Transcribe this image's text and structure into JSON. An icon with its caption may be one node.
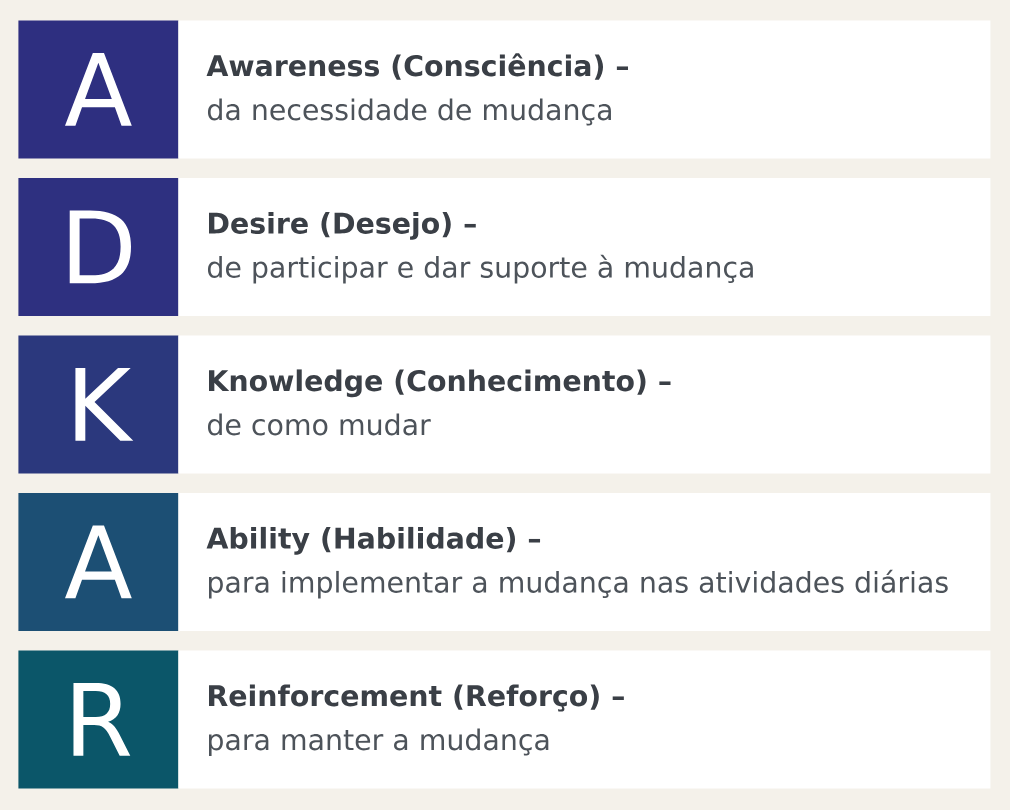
{
  "diagram": {
    "nodes": [
      {
        "text": [
          "A"
        ]
      },
      {
        "text": [
          "Awareness (Consciência) –",
          "da necessidade de mudança"
        ]
      },
      {
        "text": [
          "D"
        ]
      },
      {
        "text": [
          "Desire (Desejo) –",
          "de participar e dar suporte à mudança"
        ]
      },
      {
        "text": [
          "K"
        ]
      },
      {
        "text": [
          "Knowledge (Conhecimento) –",
          "de como mudar"
        ]
      },
      {
        "text": [
          "A"
        ]
      },
      {
        "text": [
          "Ability (Habilidade) –",
          "para implementar a mudança nas atividades diárias"
        ]
      },
      {
        "text": [
          "R"
        ]
      },
      {
        "text": [
          "Reinforcement (Reforço) –",
          "para manter a mudança"
        ]
      }
    ]
  }
}
